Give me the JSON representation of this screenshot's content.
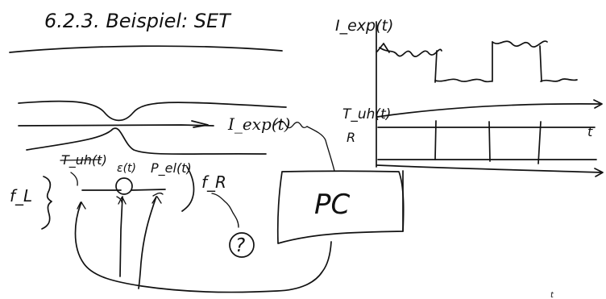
{
  "title": "6.2.3. Beispiel: SET",
  "labels": {
    "i_exp_axis": "I_exp(t)",
    "i_exp_signal": "I_exp(t)",
    "t_axis": "t",
    "t_plot_axis": "t",
    "tuh_axis": "T_uh(t)",
    "tuh_formula": "T_uh(t)",
    "e_formula": "ε(t)",
    "p_formula": "P_el(t)",
    "f_l": "f_L",
    "f_r": "f_R",
    "r_label": "R",
    "pc": "PC",
    "question": "?"
  }
}
